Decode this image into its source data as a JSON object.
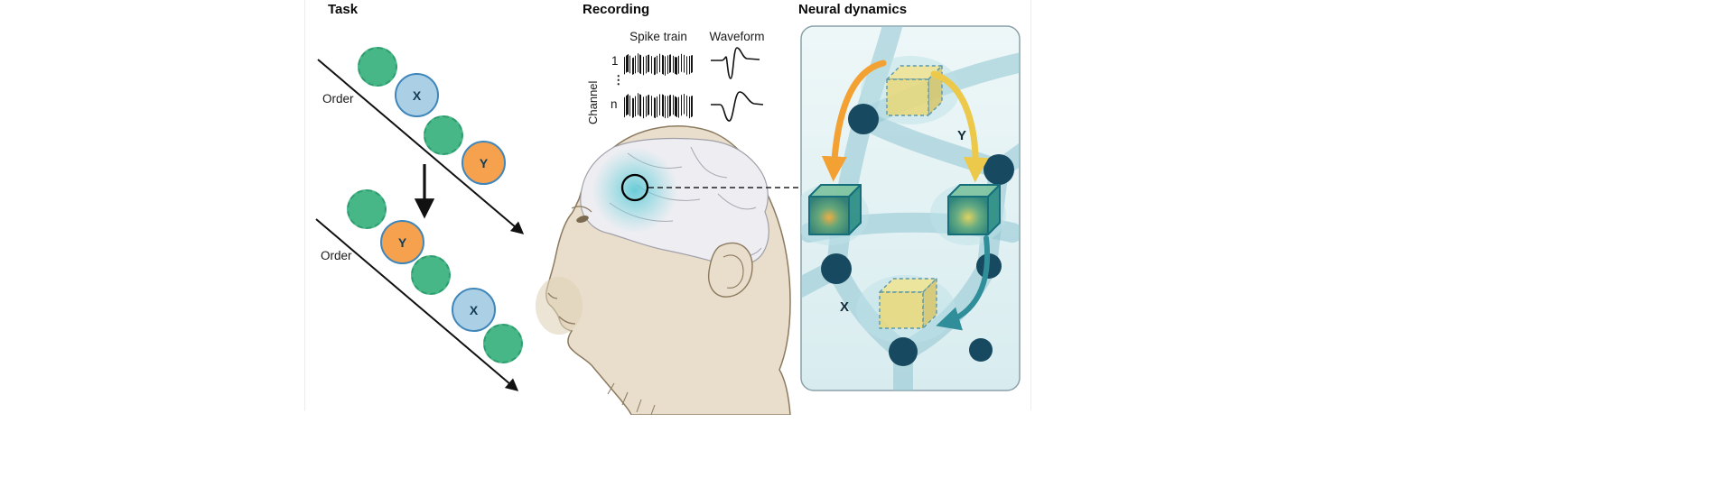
{
  "task": {
    "title": "Task",
    "item_labels": {
      "x": "X",
      "y": "Y"
    },
    "sequences": [
      {
        "order_label": "Order",
        "items": [
          "distractor",
          "X",
          "distractor",
          "Y"
        ]
      },
      {
        "order_label": "Order",
        "items": [
          "distractor",
          "Y",
          "distractor",
          "X",
          "distractor"
        ]
      }
    ],
    "transition": "sequence-1 changes into sequence-2 (X and Y swap order)"
  },
  "recording": {
    "title": "Recording",
    "columns": {
      "spike_train": "Spike train",
      "waveform": "Waveform"
    },
    "channel_axis": {
      "label": "Channel",
      "first": "1",
      "ellipsis": "⋮",
      "last": "n"
    },
    "illustration": "macaque head profile with brain and recording site circled, dashed line to neural dynamics panel"
  },
  "neural": {
    "title": "Neural dynamics",
    "state_labels": {
      "y": "Y",
      "x": "X"
    },
    "description": "network of dark nodes on teal ribbons with yellow dashed state cubes (X, Y) and green active-state cubes linked by orange, yellow and teal arrows"
  },
  "colors": {
    "distractor_green": "#47b787",
    "x_blue": "#abd0e6",
    "y_orange": "#f5a14e",
    "circle_border_blue": "#3f86ba",
    "panel_bg": "#e9f5f7",
    "node_navy": "#174a60",
    "ribbon_teal": "#90c5d2",
    "cube_yellow": "#e8d676",
    "cube_green": "#3f9d7a",
    "arrow_orange": "#f2a132",
    "arrow_yellow": "#ecc94b",
    "arrow_teal": "#2f8e99",
    "monkey_beige": "#e9decb",
    "brain_gray": "#eeeef2",
    "glow_teal": "#5ac8d4"
  }
}
